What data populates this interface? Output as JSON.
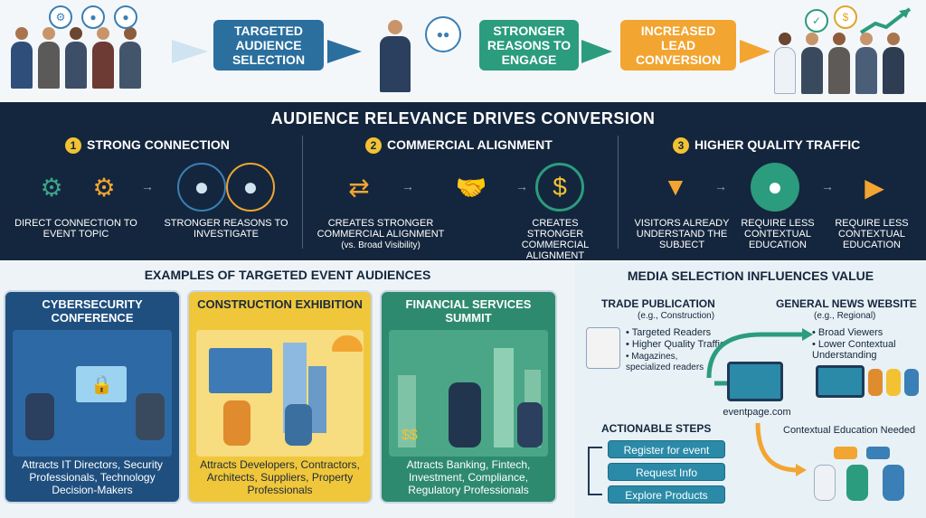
{
  "top_flow": {
    "steps": [
      {
        "label": "TARGETED AUDIENCE SELECTION",
        "color": "#2a6f9e"
      },
      {
        "label": "STRONGER REASONS TO ENGAGE",
        "color": "#2b9c7e"
      },
      {
        "label": "INCREASED LEAD CONVERSION",
        "color": "#f2a531"
      }
    ]
  },
  "band": {
    "title": "AUDIENCE RELEVANCE DRIVES CONVERSION",
    "columns": [
      {
        "number": "1",
        "title": "STRONG CONNECTION",
        "captions": [
          "DIRECT CONNECTION TO EVENT TOPIC",
          "STRONGER REASONS TO INVESTIGATE"
        ],
        "icons": [
          "gear-icon",
          "people-icon"
        ]
      },
      {
        "number": "2",
        "title": "COMMERCIAL ALIGNMENT",
        "captions": [
          "CREATES STRONGER COMMERCIAL ALIGNMENT",
          "(vs. Broad Visibility)",
          "CREATES STRONGER COMMERCIAL ALIGNMENT"
        ],
        "icons": [
          "arrows-icon",
          "handshake-icon",
          "target-icon"
        ]
      },
      {
        "number": "3",
        "title": "HIGHER QUALITY TRAFFIC",
        "captions": [
          "VISITORS ALREADY UNDERSTAND THE SUBJECT",
          "REQUIRE LESS CONTEXTUAL EDUCATION",
          "REQUIRE LESS CONTEXTUAL EDUCATION"
        ],
        "icons": [
          "funnel-icon",
          "graduate-icon",
          "play-icon"
        ]
      }
    ]
  },
  "examples": {
    "title": "EXAMPLES OF TARGETED EVENT AUDIENCES",
    "cards": [
      {
        "title": "CYBERSECURITY CONFERENCE",
        "desc": "Attracts IT Directors, Security Professionals, Technology Decision-Makers",
        "color": "#1f4f7f"
      },
      {
        "title": "CONSTRUCTION EXHIBITION",
        "desc": "Attracts Developers, Contractors, Architects, Suppliers, Property Professionals",
        "color": "#f0c63a"
      },
      {
        "title": "FINANCIAL SERVICES SUMMIT",
        "desc": "Attracts Banking, Fintech, Investment, Compliance, Regulatory Professionals",
        "color": "#2e8a6e"
      }
    ]
  },
  "media": {
    "title": "MEDIA SELECTION INFLUENCES VALUE",
    "trade": {
      "title": "TRADE PUBLICATION",
      "sub": "(e.g., Construction)",
      "bullets": [
        "• Targeted Readers",
        "• Higher Quality Traffic",
        "• Magazines, specialized readers"
      ]
    },
    "general": {
      "title": "GENERAL NEWS WEBSITE",
      "sub": "(e.g., Regional)",
      "bullets": [
        "• Broad Viewers",
        "• Lower Contextual Understanding"
      ]
    },
    "site": "eventpage.com",
    "contextual": "Contextual Education Needed",
    "actions_title": "ACTIONABLE STEPS",
    "actions": [
      "Register for event",
      "Request Info",
      "Explore Products"
    ]
  }
}
